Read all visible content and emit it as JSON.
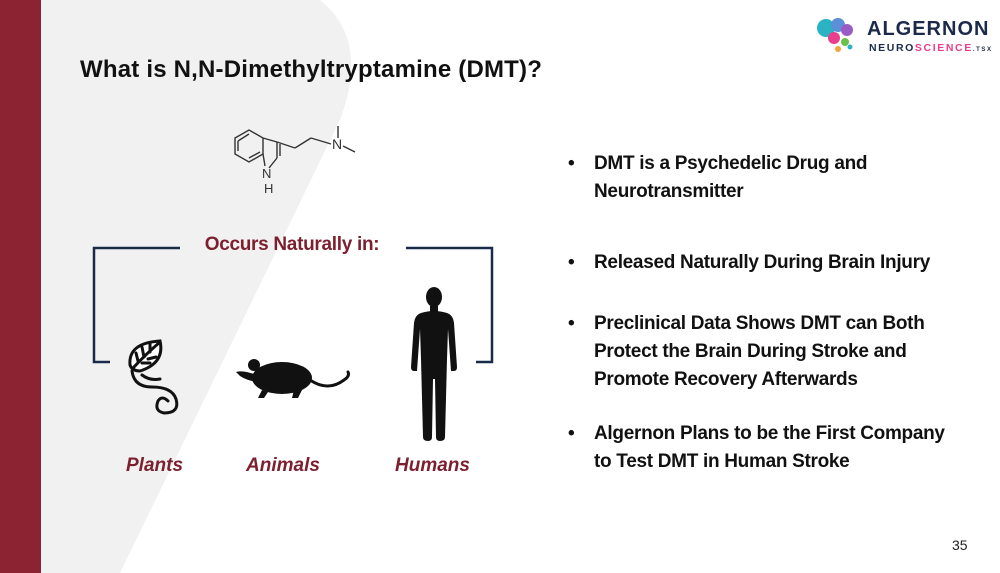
{
  "slide": {
    "title": "What is N,N-Dimethyltryptamine (DMT)?",
    "page_number": "35"
  },
  "logo": {
    "line1": "ALGERNON",
    "line2_a": "NEURO",
    "line2_b": "SCIENCE",
    "line2_c": ".TSX"
  },
  "molecule": {
    "atom_n": "N",
    "atom_nh_n": "N",
    "atom_nh_h": "H"
  },
  "occurs": {
    "heading": "Occurs Naturally in:",
    "items": [
      {
        "label": "Plants",
        "icon": "leaf-vine-icon"
      },
      {
        "label": "Animals",
        "icon": "rat-icon"
      },
      {
        "label": "Humans",
        "icon": "human-silhouette-icon"
      }
    ]
  },
  "bullets": [
    {
      "line1": "DMT is a Psychedelic Drug and",
      "line2": "Neurotransmitter"
    },
    {
      "line1": "Released Naturally During Brain Injury"
    },
    {
      "line1": "Preclinical Data Shows DMT can Both",
      "line2": "Protect the Brain During Stroke and",
      "line3": "Promote Recovery Afterwards"
    },
    {
      "line1": "Algernon Plans to be the First Company",
      "line2": "to Test DMT in Human Stroke"
    }
  ],
  "colors": {
    "sidebar": "#8b2332",
    "accent_text": "#7c1f2e",
    "bracket": "#1b2a4a",
    "bg_shape": "#f1f1f1"
  }
}
